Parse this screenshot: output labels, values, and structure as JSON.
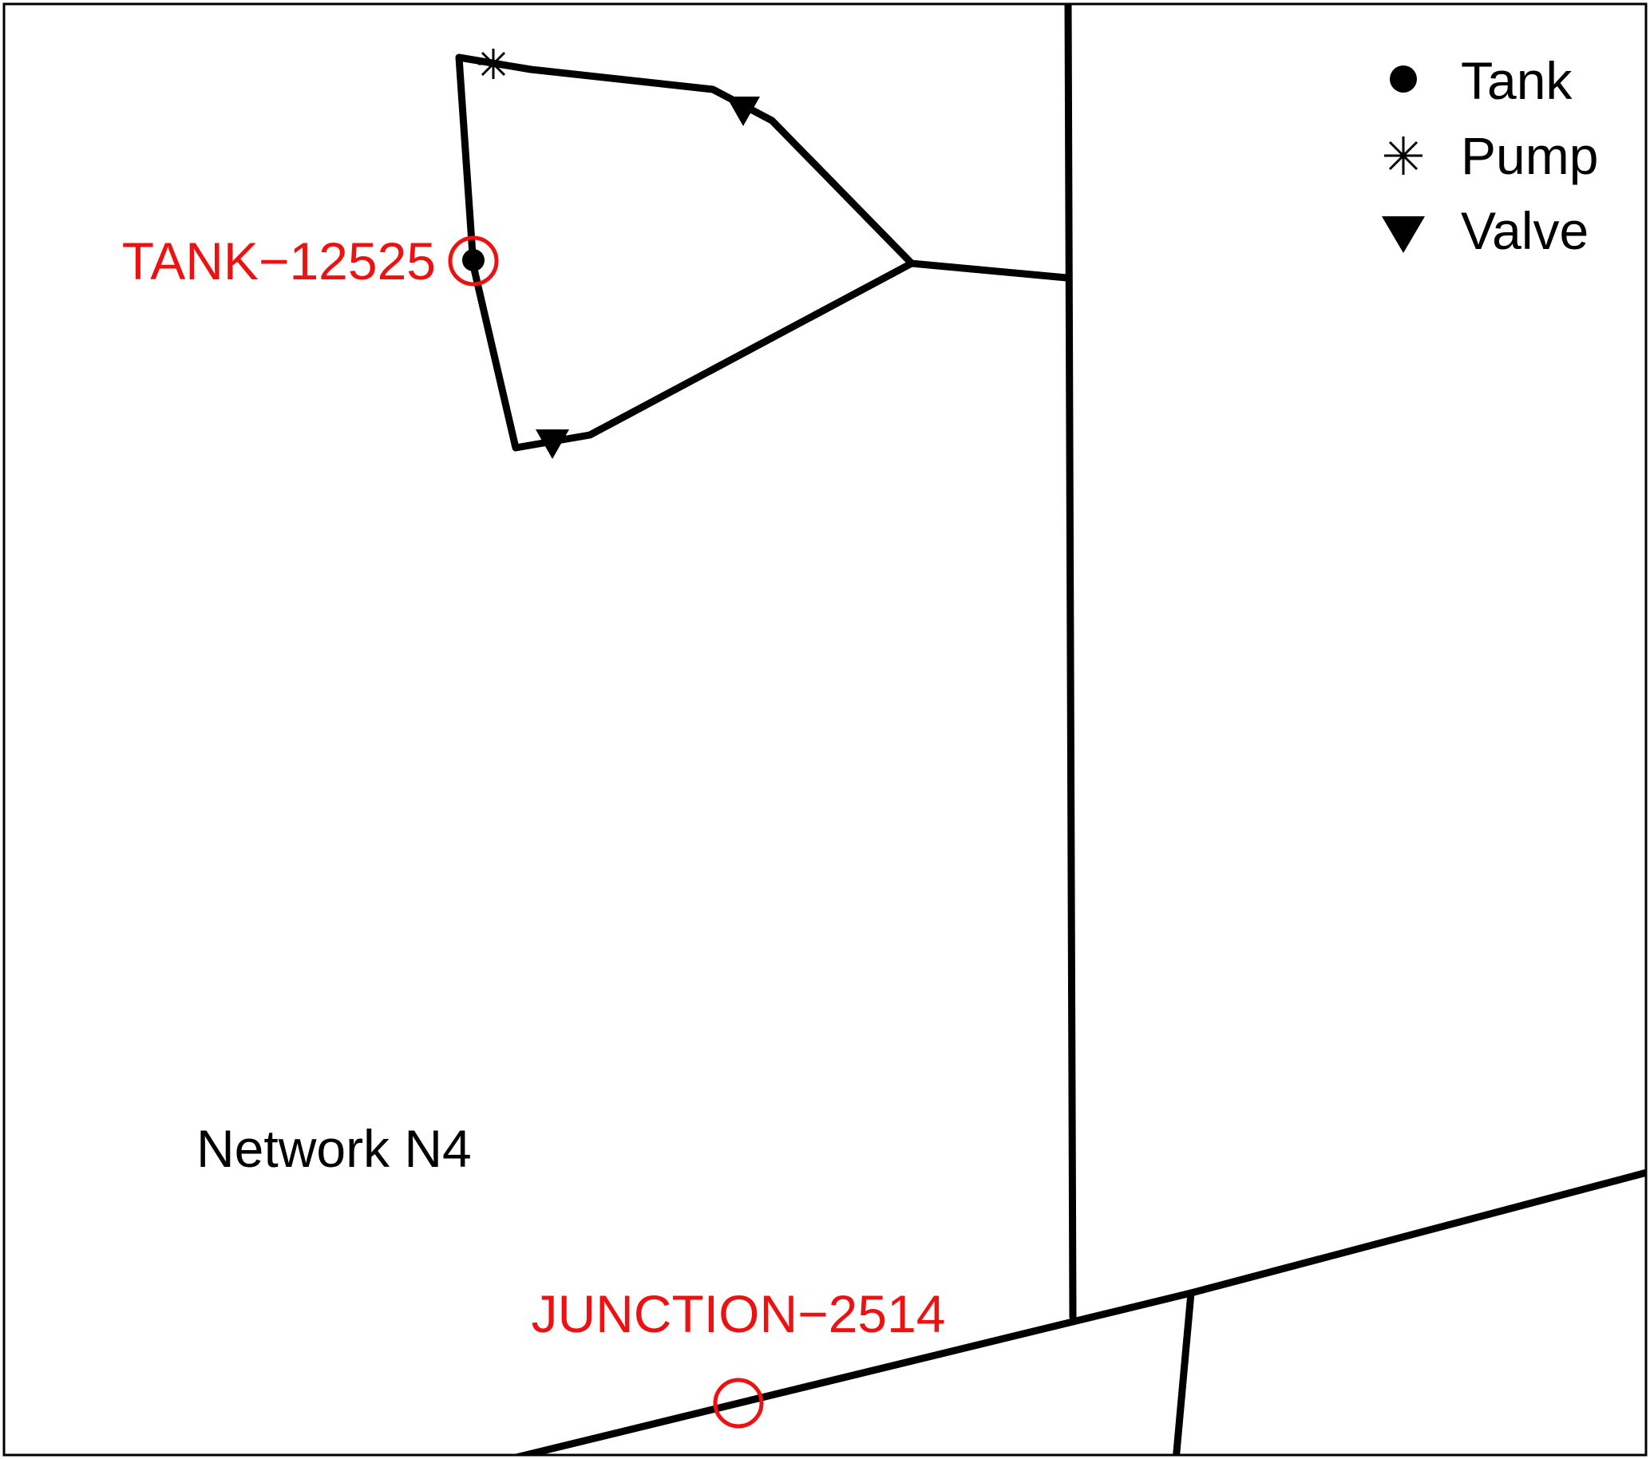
{
  "network_label": "Network N4",
  "highlighted_nodes": [
    {
      "id": "tank",
      "label": "TANK−12525",
      "color": "#ee1111"
    },
    {
      "id": "junction",
      "label": "JUNCTION−2514",
      "color": "#ee1111"
    }
  ],
  "legend": [
    {
      "symbol": "circle-icon",
      "label": "Tank"
    },
    {
      "symbol": "asterisk-icon",
      "label": "Pump"
    },
    {
      "symbol": "triangle-down-icon",
      "label": "Valve"
    }
  ],
  "colors": {
    "pipe": "#000000",
    "highlight": "#ee1111",
    "background": "#ffffff"
  }
}
